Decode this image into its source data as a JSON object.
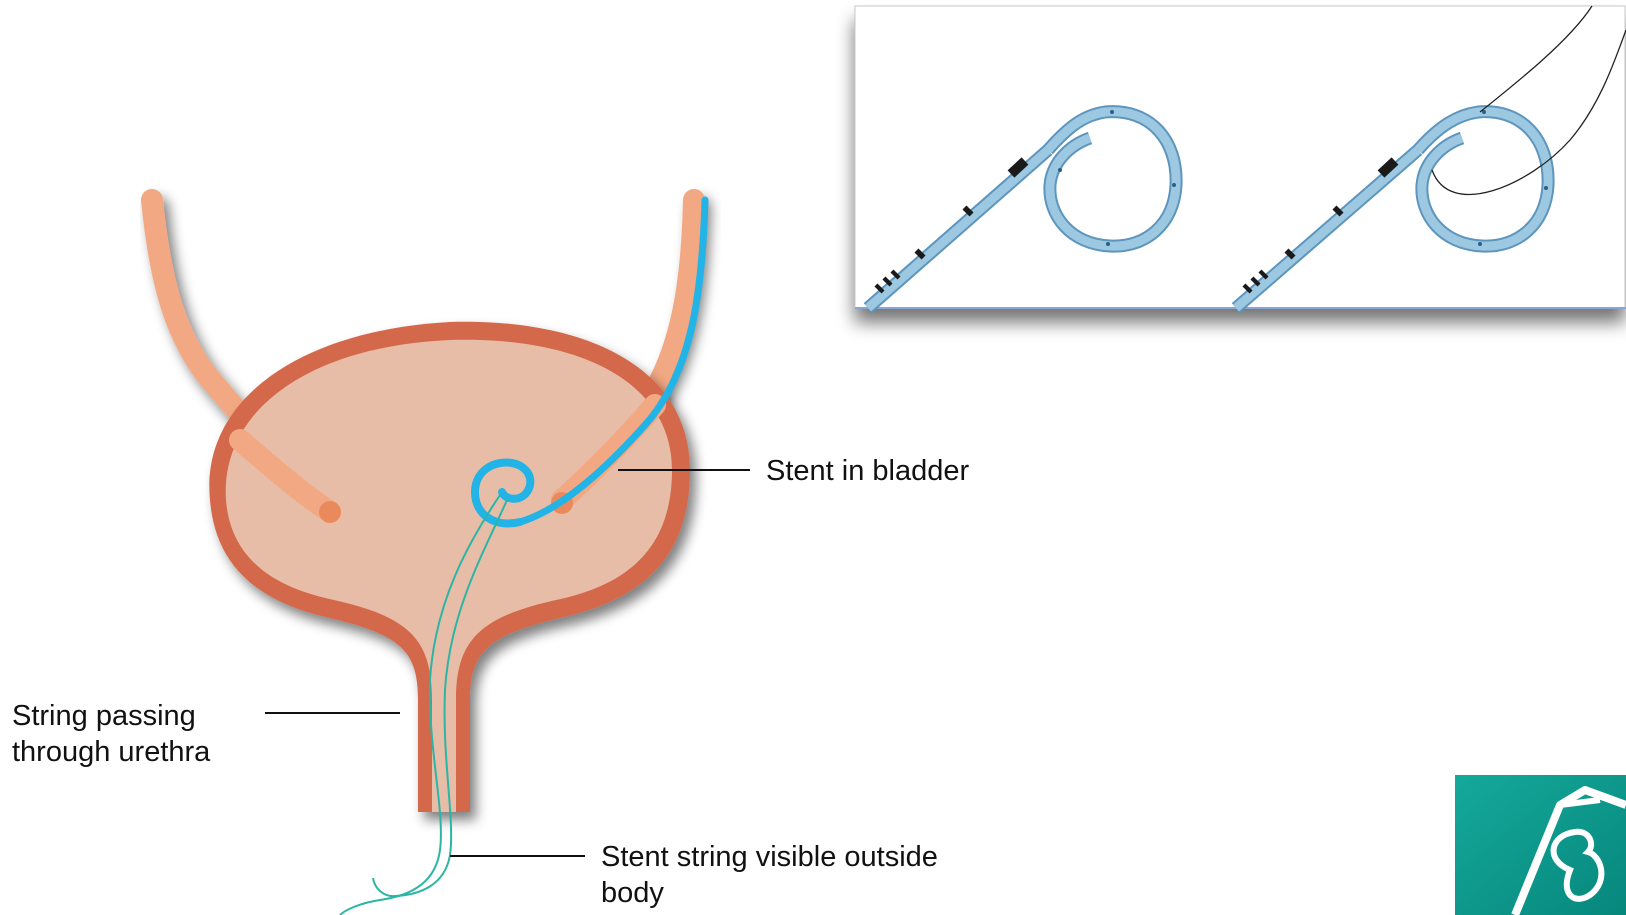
{
  "labels": {
    "stent_in_bladder": "Stent in bladder",
    "string_urethra_line1": "String passing",
    "string_urethra_line2": "through urethra",
    "string_outside_line1": "Stent string visible outside",
    "string_outside_line2": "body"
  },
  "colors": {
    "bladder_wall": "#d4684c",
    "bladder_fill": "#e8bda8",
    "ureter": "#f2a882",
    "ureter_tip": "#ea8a5c",
    "stent_blue": "#22b4e6",
    "string_teal": "#2ab5a4",
    "stent_light_blue": "#9cc8e2",
    "stent_outline": "#5d95bd",
    "logo_teal": "#0e9a8e"
  },
  "icons": {
    "logo": "kidney-logo-icon"
  }
}
